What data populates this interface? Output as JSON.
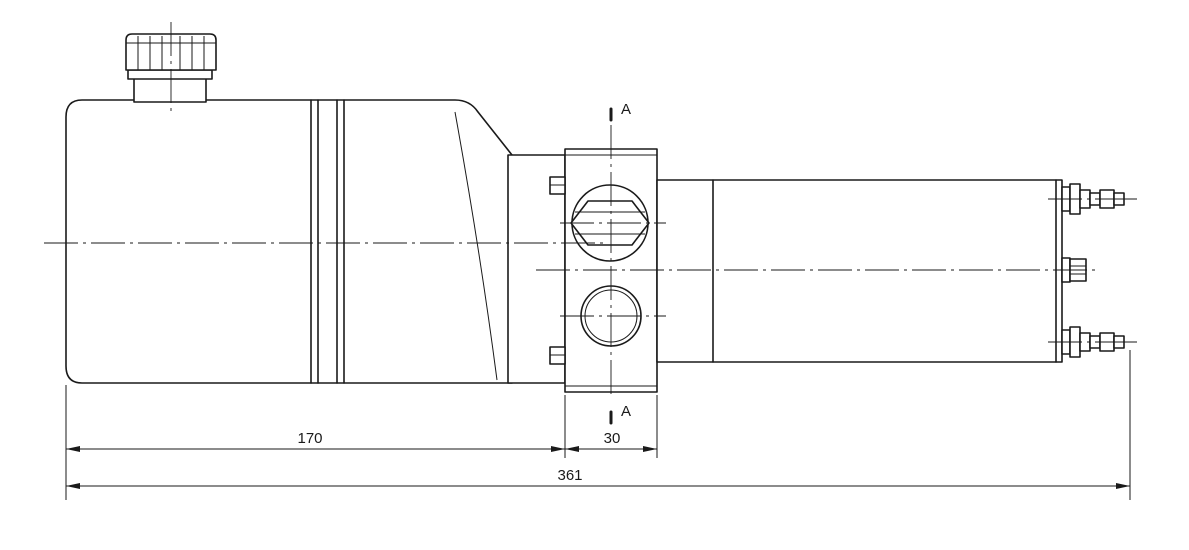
{
  "drawing": {
    "section_marks": {
      "top_label": "A",
      "bottom_label": "A"
    },
    "dimensions": {
      "reservoir_length": "170",
      "block_width": "30",
      "overall_length": "361"
    }
  }
}
